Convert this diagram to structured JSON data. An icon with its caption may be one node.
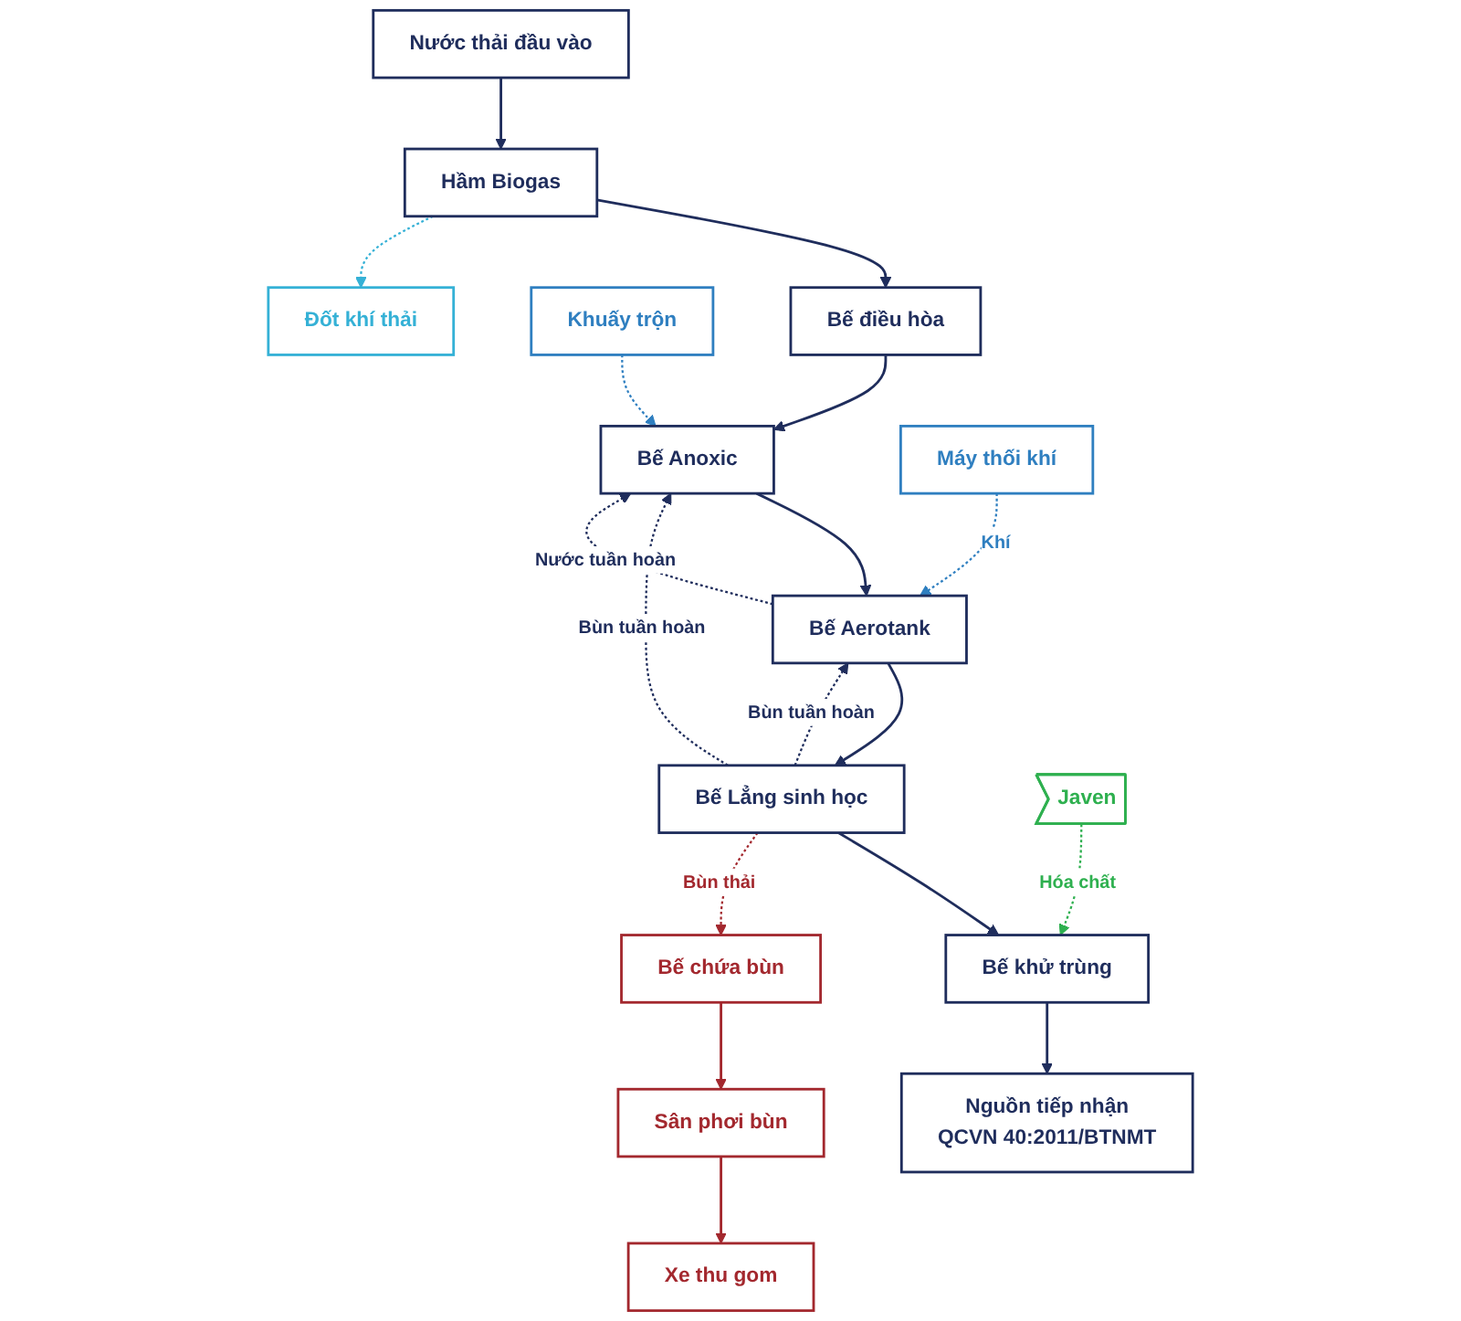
{
  "diagram": {
    "nodes": [
      {
        "text": [
          "Nước thải đầu vào"
        ]
      },
      {
        "text": [
          "Hầm Biogas"
        ]
      },
      {
        "text": [
          "Khuấy trộn"
        ]
      },
      {
        "text": [
          "Bế điều hòa"
        ]
      },
      {
        "text": [
          "Đốt khí thải"
        ]
      },
      {
        "text": [
          "Bế Anoxic"
        ]
      },
      {
        "text": [
          "Bế chứa bùn"
        ]
      },
      {
        "text": [
          "Máy thối khí"
        ]
      },
      {
        "text": [
          "Bế Aerotank"
        ]
      },
      {
        "text": [
          "Sân phơi bùn"
        ]
      },
      {
        "text": [
          "Bế Lẳng sinh học"
        ]
      },
      {
        "text": [
          "Xe thu gom"
        ]
      },
      {
        "text": [
          "Javen"
        ]
      },
      {
        "text": [
          "Bế khử trùng"
        ]
      },
      {
        "text": [
          "Nguồn tiếp nhận",
          "QCVN 40:2011/BTNMT"
        ]
      }
    ],
    "edges": [
      {
        "from": 0,
        "to": 1,
        "arrow": "to"
      },
      {
        "from": 1,
        "to": 3,
        "arrow": "to"
      },
      {
        "from": 3,
        "to": 5,
        "arrow": "to"
      },
      {
        "from": 5,
        "to": 8,
        "arrow": "to"
      },
      {
        "from": 8,
        "to": 10,
        "arrow": "to"
      },
      {
        "from": 10,
        "to": 13,
        "arrow": "to"
      },
      {
        "from": 13,
        "to": 14,
        "arrow": "to"
      },
      {
        "from": 1,
        "to": 4,
        "arrow": "to",
        "style": "dashed",
        "color": "#35b1d6"
      },
      {
        "from": 2,
        "to": 5,
        "arrow": "to",
        "style": "dashed",
        "color": "#2f7fc0"
      },
      {
        "from": 7,
        "to": 8,
        "arrow": "to",
        "style": "dashed",
        "color": "#2f7fc0",
        "label": "Khí"
      },
      {
        "from": 8,
        "to": 5,
        "arrow": "to",
        "style": "dashed",
        "label": "Nước tuần hoàn"
      },
      {
        "from": 10,
        "to": 5,
        "arrow": "to",
        "style": "dashed",
        "label": "Bùn tuần hoàn"
      },
      {
        "from": 10,
        "to": 8,
        "arrow": "to",
        "style": "dashed",
        "label": "Bùn tuần hoàn"
      },
      {
        "from": 10,
        "to": 6,
        "arrow": "to",
        "style": "dashed",
        "color": "#a3282e",
        "label": "Bùn thải"
      },
      {
        "from": 6,
        "to": 9,
        "arrow": "to",
        "color": "#a3282e"
      },
      {
        "from": 9,
        "to": 11,
        "arrow": "to",
        "color": "#a3282e"
      },
      {
        "from": 12,
        "to": 13,
        "arrow": "to",
        "style": "dashed",
        "color": "#2eb04f",
        "label": "Hóa chất"
      }
    ]
  }
}
